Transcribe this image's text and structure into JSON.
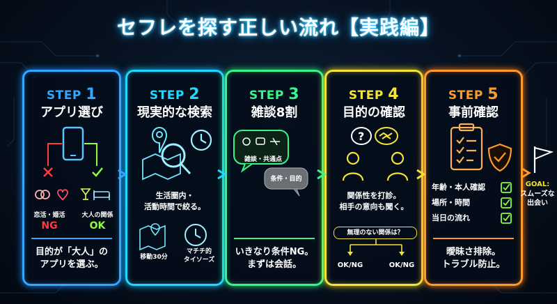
{
  "title": "セフレを探す正しい流れ【実践編】",
  "steps": [
    {
      "label": "STEP",
      "num": "1",
      "title": "アプリ選び",
      "color": "#33a7ff",
      "left_label": "恋活・婚活",
      "left_status": "NG",
      "right_label": "大人の関係",
      "right_status": "OK",
      "summary": [
        "目的が「大人」の",
        "アプリを選ぶ。"
      ],
      "icons": [
        "smartphone-icon",
        "rings-icon",
        "heart-icon",
        "cocktail-icon",
        "bed-icon"
      ]
    },
    {
      "label": "STEP",
      "num": "2",
      "title": "現実的な検索",
      "color": "#1fd8ff",
      "body": [
        "生活圏内・",
        "活動時間で絞る。"
      ],
      "sub_left": "移動30分",
      "sub_right": [
        "マチチ的",
        "タイソーズ"
      ],
      "icons": [
        "map-icon",
        "search-icon",
        "clock-icon"
      ]
    },
    {
      "label": "STEP",
      "num": "3",
      "title": "雑談8割",
      "color": "#3af48a",
      "bubble_main": "雑談・共通点",
      "bubble_sub": "条件・目的",
      "summary": [
        "いきなり条件NG。",
        "まずは会話。"
      ],
      "icons": [
        "chat-bubble-icon"
      ]
    },
    {
      "label": "STEP",
      "num": "4",
      "title": "目的の確認",
      "color": "#f4e23a",
      "body": [
        "関係性を打診。",
        "相手の意向も聞く。"
      ],
      "question": "無理のない関係は？",
      "branch_left": "OK/NG",
      "branch_right": "OK/NG",
      "icons": [
        "people-icon",
        "handshake-icon"
      ]
    },
    {
      "label": "STEP",
      "num": "5",
      "title": "事前確認",
      "color": "#ff9a2a",
      "checklist": [
        "年齢・本人確認",
        "場所・時間",
        "当日の流れ"
      ],
      "summary": [
        "曖昧さ排除。",
        "トラブル防止。"
      ],
      "icons": [
        "clipboard-icon",
        "shield-icon"
      ]
    }
  ],
  "goal": {
    "label": "GOAL:",
    "text": [
      "スムーズな",
      "出会い"
    ],
    "icon": "flag-icon"
  }
}
